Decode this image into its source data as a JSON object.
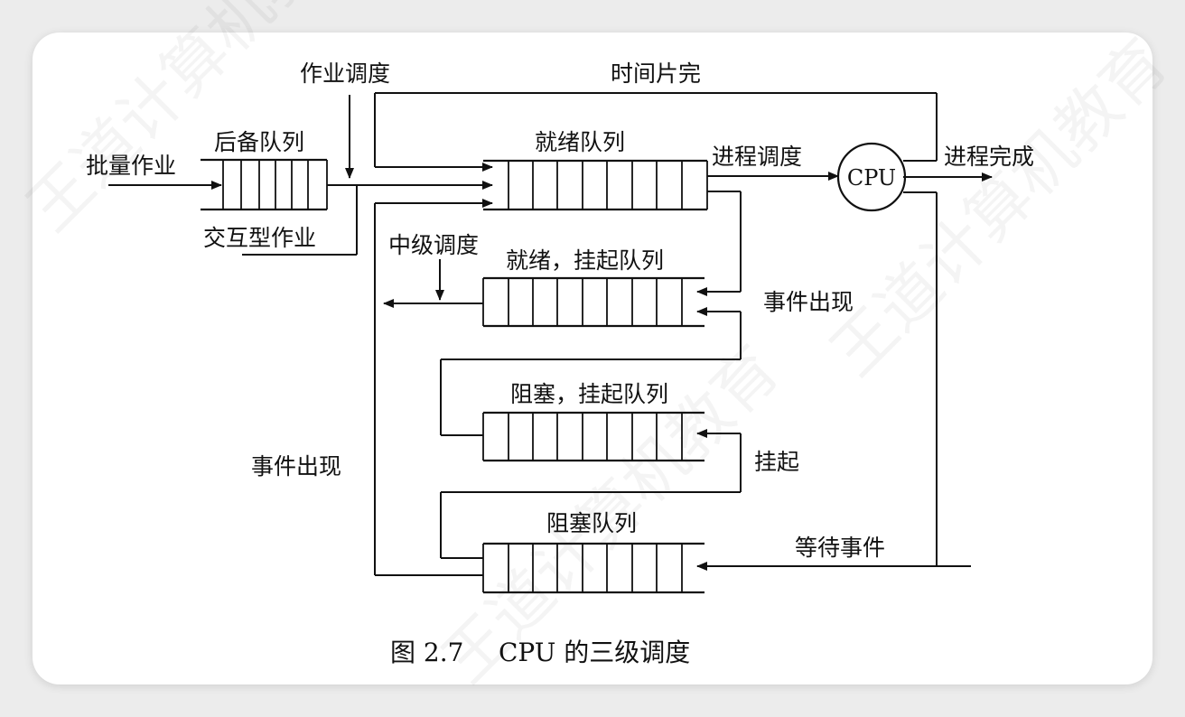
{
  "diagram": {
    "labels": {
      "job_scheduling": "作业调度",
      "time_slice_end": "时间片完",
      "batch_jobs": "批量作业",
      "backup_queue": "后备队列",
      "ready_queue": "就绪队列",
      "process_scheduling": "进程调度",
      "cpu": "CPU",
      "process_complete": "进程完成",
      "interactive_jobs": "交互型作业",
      "medium_scheduling": "中级调度",
      "ready_suspended_queue": "就绪，挂起队列",
      "event_occurs_right": "事件出现",
      "blocked_suspended_queue": "阻塞，挂起队列",
      "event_occurs_left": "事件出现",
      "suspend": "挂起",
      "blocked_queue": "阻塞队列",
      "wait_event": "等待事件"
    },
    "watermark": "王道计算机教育",
    "caption": {
      "number": "图 2.7",
      "text": "CPU 的三级调度"
    }
  }
}
